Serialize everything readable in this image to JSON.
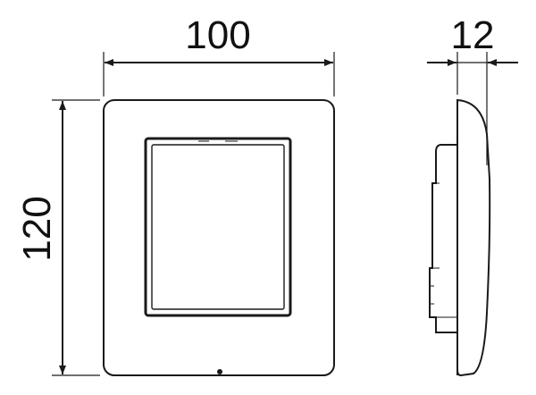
{
  "dimensions": {
    "width": "100",
    "height": "120",
    "depth": "12"
  },
  "colors": {
    "line": "#1a1a1a",
    "background": "#ffffff"
  }
}
